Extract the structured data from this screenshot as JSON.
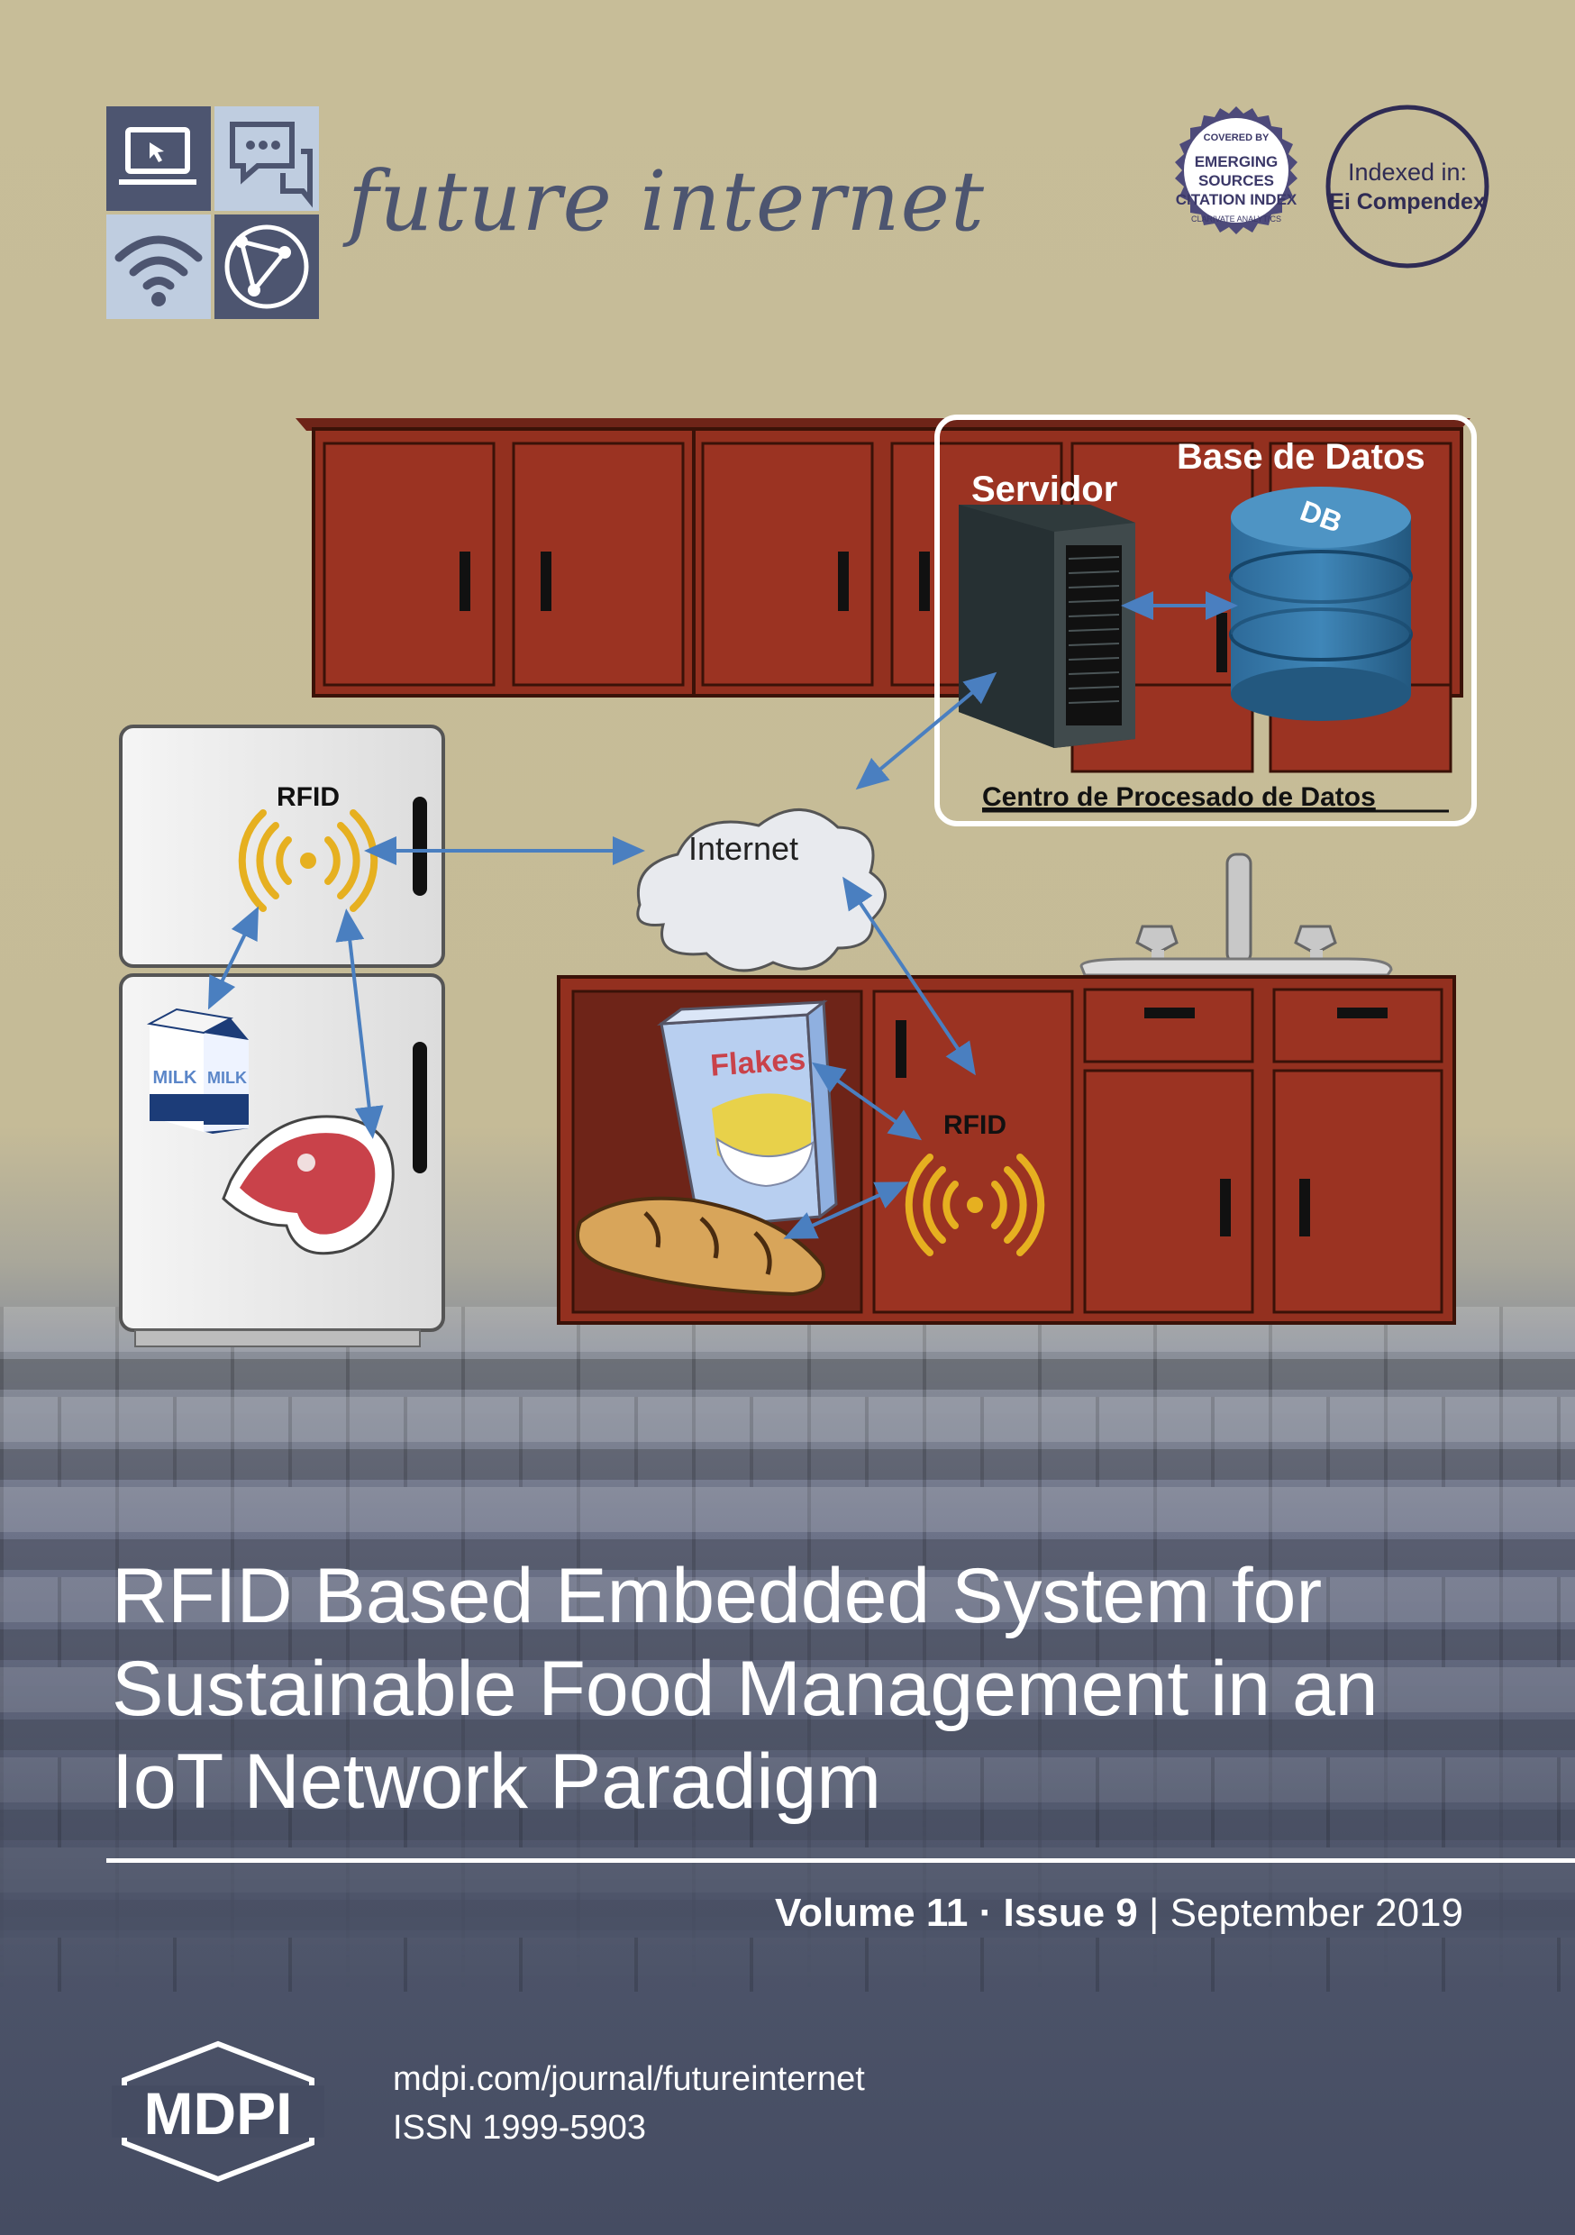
{
  "journal": {
    "name": "future internet",
    "badges": {
      "esci_top": "COVERED BY",
      "esci_line1": "EMERGING",
      "esci_line2": "SOURCES",
      "esci_line3": "CITATION INDEX",
      "esci_bottom": "CLARIVATE ANALYTICS",
      "indexed_line1": "Indexed in:",
      "indexed_line2": "Ei Compendex"
    }
  },
  "illustration": {
    "server_label": "Servidor",
    "database_label": "Base de Datos",
    "db_mark": "DB",
    "datacenter_label": "Centro de Procesado de Datos",
    "internet_label": "Internet",
    "rfid_fridge_label": "RFID",
    "rfid_cabinet_label": "RFID",
    "milk_label_1": "MILK",
    "milk_label_2": "MILK",
    "flakes_label": "Flakes"
  },
  "article": {
    "title_line1": "RFID Based Embedded System for",
    "title_line2": "Sustainable Food Management in an",
    "title_line3": "IoT Network Paradigm"
  },
  "issue": {
    "volume": "Volume 11",
    "separator": "·",
    "issue": "Issue 9",
    "divider": "|",
    "date": "September 2019"
  },
  "publisher": {
    "name": "MDPI",
    "url": "mdpi.com/journal/futureinternet",
    "issn": "ISSN 1999-5903"
  },
  "colors": {
    "cabinet": "#93301f",
    "background": "#c7bd98",
    "footer": "#454c62",
    "journal_text": "#4d5570",
    "arrow": "#4a7fc0",
    "rfid": "#e6b020"
  }
}
